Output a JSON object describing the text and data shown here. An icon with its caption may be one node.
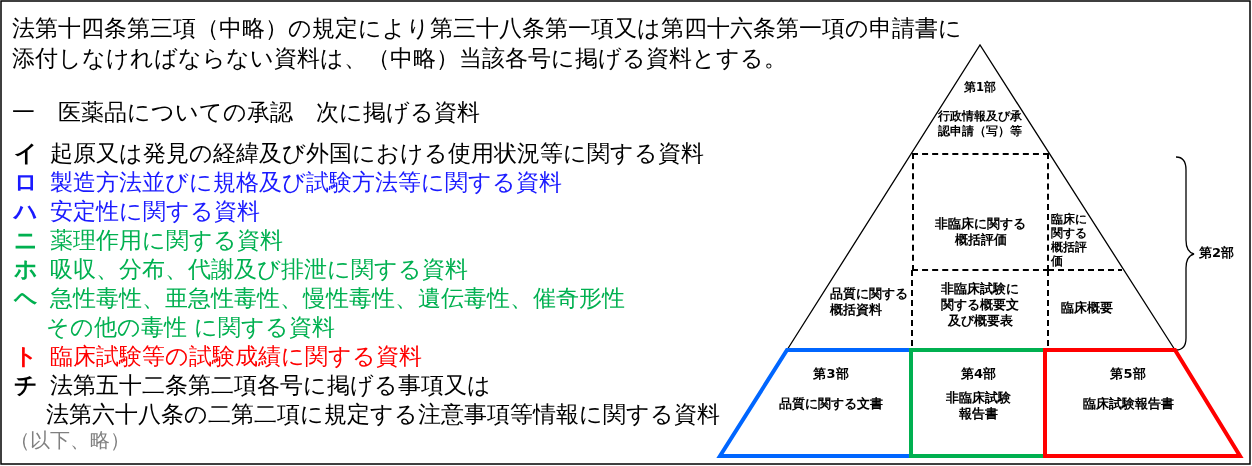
{
  "diagram": {
    "nodes": [
      {
        "text": [
          "第1部",
          "行政情報及び承認申請（写）等"
        ]
      },
      {
        "text": [
          "非臨床に関する概括評価"
        ]
      },
      {
        "text": [
          "臨床に関する概括評価"
        ]
      },
      {
        "text": [
          "品質に関する概括資料"
        ]
      },
      {
        "text": [
          "非臨床試験に関する概要文及び概要表"
        ]
      },
      {
        "text": [
          "臨床概要"
        ]
      },
      {
        "text": [
          "第3部",
          "品質に関する文書"
        ]
      },
      {
        "text": [
          "第4部",
          "非臨床試験報告書"
        ]
      },
      {
        "text": [
          "第5部",
          "臨床試験報告書"
        ]
      }
    ],
    "labels": [
      "法第十四条第三項（中略）の規定により第三十八条第一項又は第四十六条第一項の申請書に添付しなければならない資料は、（中略）当該各号に掲げる資料とする。",
      "一　医薬品についての承認　次に掲げる資料",
      "イ",
      "起原又は発見の経緯及び外国における使用状況等に関する資料",
      "ロ",
      "製造方法並びに規格及び試験方法等に関する資料",
      "ハ",
      "安定性に関する資料",
      "ニ",
      "薬理作用に関する資料",
      "ホ",
      "吸収、分布、代謝及び排泄に関する資料",
      "ヘ",
      "急性毒性、亜急性毒性、慢性毒性、遺伝毒性、催奇形性",
      "その他の毒性 に関する資料",
      "ト",
      "臨床試験等の試験成績に関する資料",
      "チ",
      "法第五十二条第二項各号に掲げる事項又は",
      "法第六十八条の二第二項に規定する注意事項等情報に関する資料",
      "（以下、略）",
      "第2部"
    ]
  }
}
